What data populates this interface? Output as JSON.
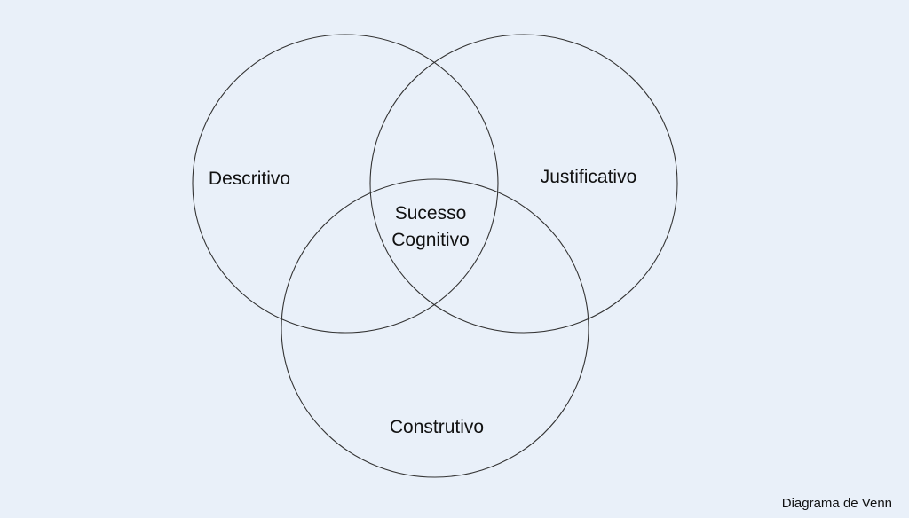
{
  "diagram": {
    "type": "venn",
    "sets": [
      {
        "id": "descritivo",
        "label": "Descritivo"
      },
      {
        "id": "justificativo",
        "label": "Justificativo"
      },
      {
        "id": "construtivo",
        "label": "Construtivo"
      }
    ],
    "intersection": {
      "label_line1": "Sucesso",
      "label_line2": "Cognitivo"
    },
    "caption": "Diagrama de Venn"
  },
  "colors": {
    "background": "#e9f0f9",
    "stroke": "#333333",
    "text": "#111111"
  }
}
